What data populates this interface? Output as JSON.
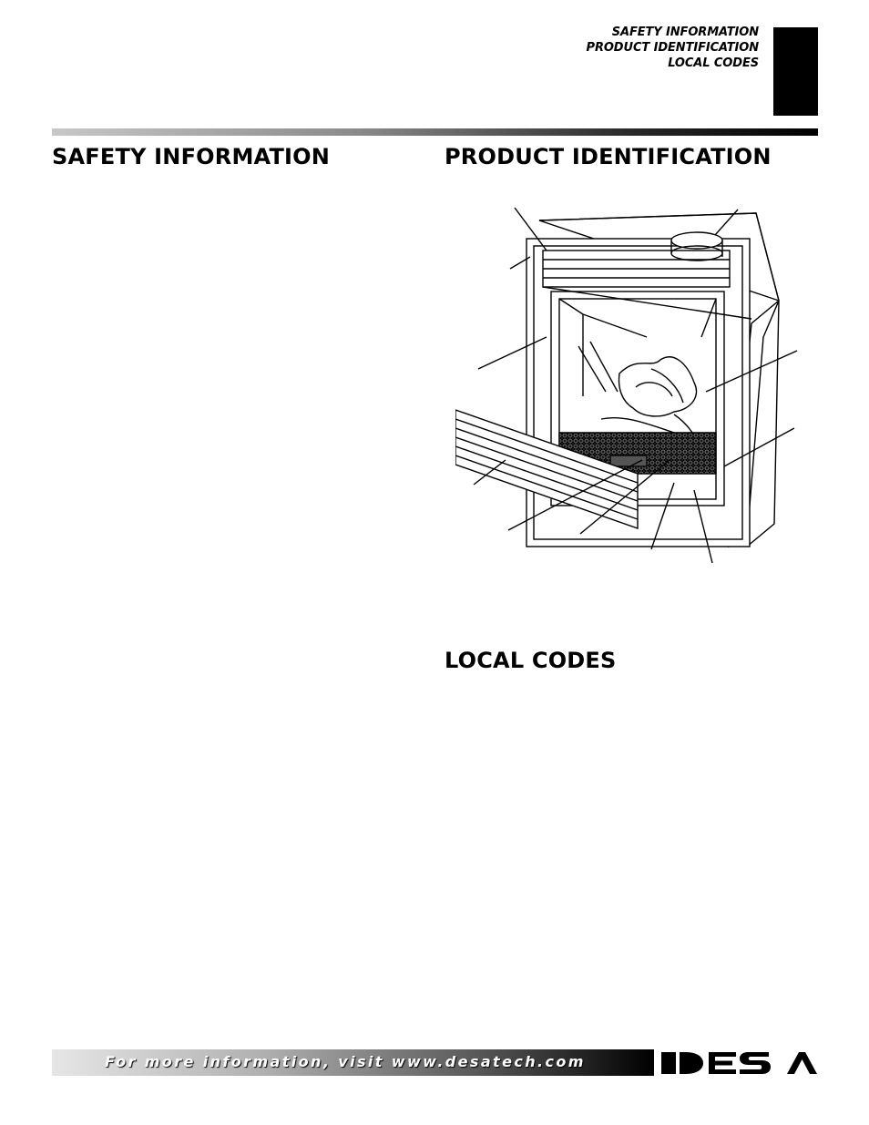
{
  "header": {
    "sections": [
      "SAFETY INFORMATION",
      "PRODUCT IDENTIFICATION",
      "LOCAL CODES"
    ]
  },
  "main": {
    "safety_title": "SAFETY INFORMATION",
    "product_title": "PRODUCT IDENTIFICATION",
    "codes_title": "LOCAL CODES"
  },
  "figure": {
    "subject": "fireplace-illustration",
    "icon": "fireplace-icon"
  },
  "footer": {
    "text": "For more information, visit www.desatech.com",
    "brand": "DESA"
  },
  "colors": {
    "text": "#000000",
    "background": "#ffffff",
    "footer_text": "#ffffff"
  }
}
